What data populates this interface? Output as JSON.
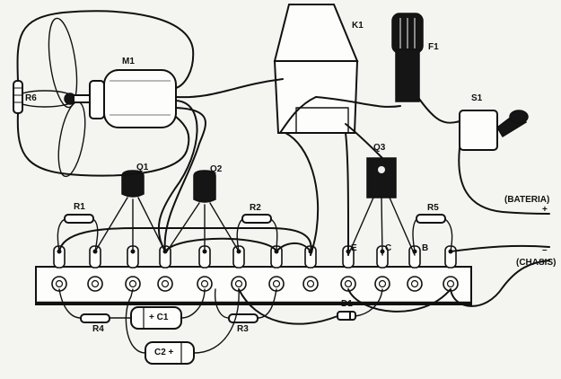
{
  "components": {
    "motor": "M1",
    "relay": "K1",
    "fuse": "F1",
    "switch": "S1",
    "r6": "R6",
    "q1": "Q1",
    "q2": "Q2",
    "q3": "Q3",
    "r1": "R1",
    "r2": "R2",
    "r5": "R5",
    "r4": "R4",
    "r3": "R3",
    "c1": "+ C1",
    "c2": "C2 +",
    "d1": "D1"
  },
  "pins": {
    "emitter": "E",
    "collector": "C",
    "base": "B"
  },
  "connections": {
    "battery": "(BATERIA)",
    "battery_polarity": "+",
    "chassis": "(CHASIS)",
    "chassis_polarity": "–"
  }
}
